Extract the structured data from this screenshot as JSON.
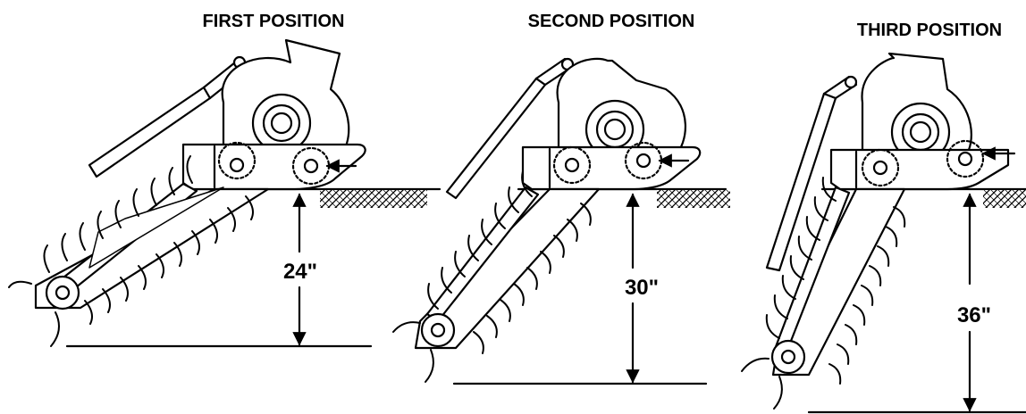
{
  "panels": [
    {
      "title": "FIRST POSITION",
      "depth": "24\""
    },
    {
      "title": "SECOND POSITION",
      "depth": "30\""
    },
    {
      "title": "THIRD POSITION",
      "depth": "36\""
    }
  ],
  "colors": {
    "ink": "#000000",
    "paper": "#ffffff"
  }
}
